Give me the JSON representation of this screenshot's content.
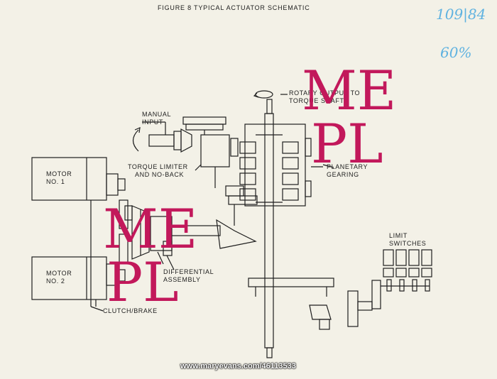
{
  "figure_title": "FIGURE 8 TYPICAL ACTUATOR SCHEMATIC",
  "handwriting": {
    "ref": "109|84",
    "pct": "60%"
  },
  "labels": {
    "rotary_output_1": "ROTARY OUTPUT TO",
    "rotary_output_2": "TORQUE SHAFT",
    "manual_input_1": "MANUAL",
    "manual_input_2": "INPUT",
    "torque_limiter_1": "TORQUE LIMITER",
    "torque_limiter_2": "AND NO-BACK",
    "planetary_1": "PLANETARY",
    "planetary_2": "GEARING",
    "motor1_1": "MOTOR",
    "motor1_2": "NO. 1",
    "motor2_1": "MOTOR",
    "motor2_2": "NO. 2",
    "limit_1": "LIMIT",
    "limit_2": "SWITCHES",
    "differential_1": "DIFFERENTIAL",
    "differential_2": "ASSEMBLY",
    "clutch": "CLUTCH/BRAKE"
  },
  "watermark": {
    "top": "ME",
    "bottom": "PL"
  },
  "credit": "www.maryevans.com/46113533",
  "colors": {
    "ink": "#1e1e1e",
    "paper": "#f3f1e7",
    "watermark": "#c2185b",
    "pen": "#5fb2e0"
  }
}
